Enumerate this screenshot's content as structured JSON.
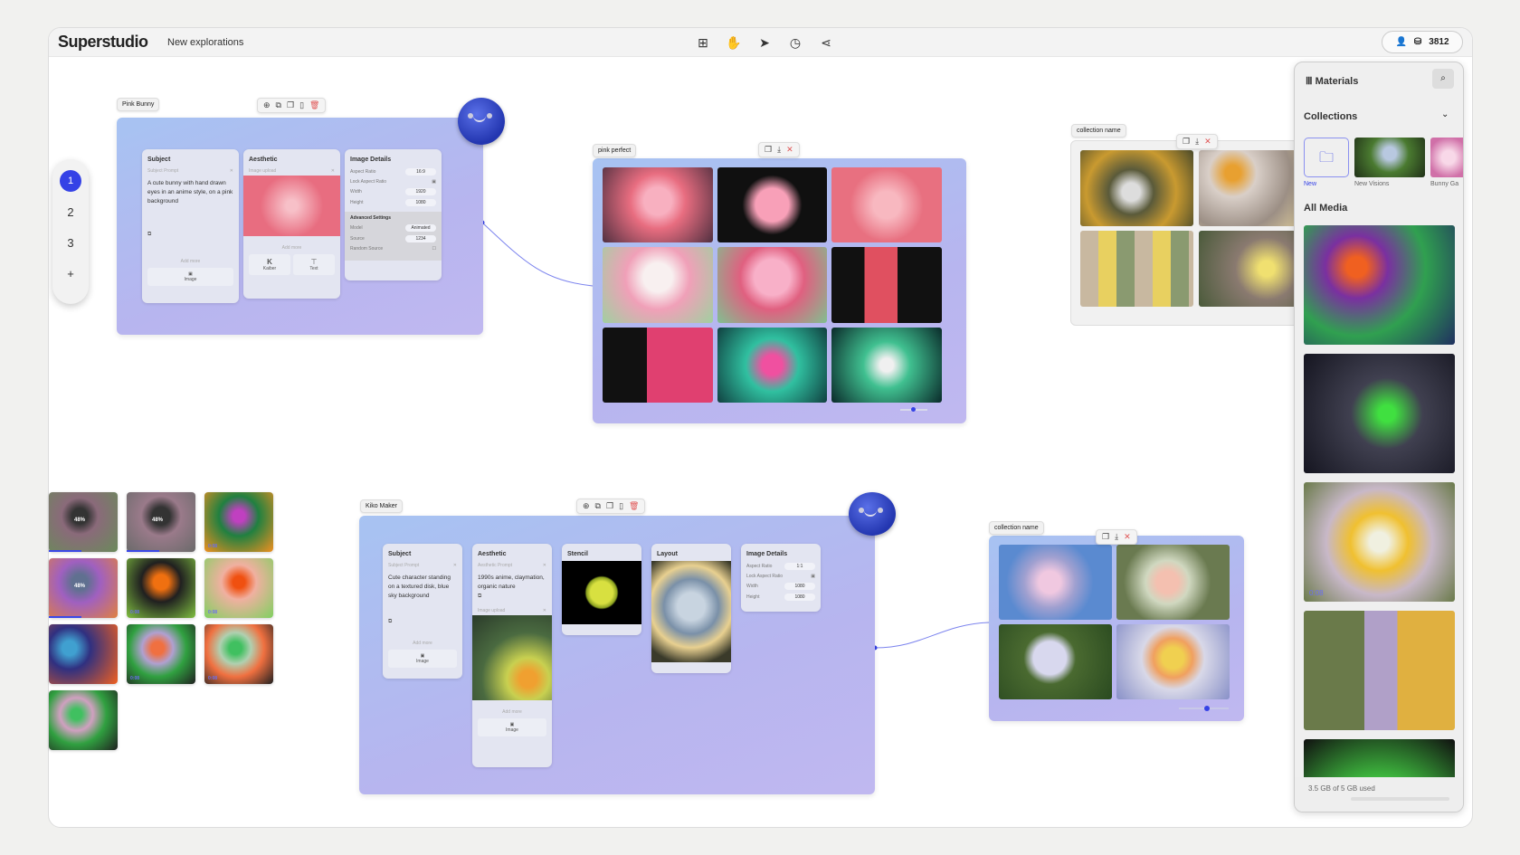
{
  "header": {
    "logo": "Superstudio",
    "project": "New explorations",
    "credits": "3812",
    "tools": [
      "add-frame-icon",
      "hand-icon",
      "pointer-icon",
      "history-icon",
      "share-icon"
    ]
  },
  "page_nav": {
    "items": [
      "1",
      "2",
      "3"
    ],
    "add": "+",
    "active": "1"
  },
  "pink_bunny": {
    "label": "Pink Bunny",
    "subject": {
      "title": "Subject",
      "prompt_label": "Subject Prompt",
      "prompt": "A cute bunny with hand drawn eyes in an anime style, on a pink background",
      "add_more": "Add more",
      "image_btn": "Image"
    },
    "aesthetic": {
      "title": "Aesthetic",
      "upload_label": "Image upload",
      "add_more": "Add more",
      "btn1": "Kaiber",
      "btn2": "Text"
    },
    "details": {
      "title": "Image Details",
      "aspect_label": "Aspect Ratio",
      "aspect": "16:9",
      "lock_label": "Lock Aspect Ratio",
      "width_label": "Width",
      "width": "1920",
      "height_label": "Height",
      "height": "1080",
      "advanced": "Advanced Settings",
      "model_label": "Model",
      "model": "Animated",
      "source_label": "Source",
      "source": "1234",
      "random_label": "Random Source"
    }
  },
  "pink_perfect": {
    "label": "pink perfect"
  },
  "collection_top": {
    "label": "collection name"
  },
  "collection_bottom": {
    "label": "collection name"
  },
  "kiko_maker": {
    "label": "Kiko Maker",
    "subject": {
      "title": "Subject",
      "prompt_label": "Subject Prompt",
      "prompt": "Cute character standing on a textured disk, blue sky background",
      "add_more": "Add more",
      "image_btn": "Image"
    },
    "aesthetic": {
      "title": "Aesthetic",
      "prompt_label": "Aesthetic Prompt",
      "prompt": "1990s anime, claymation, organic nature",
      "upload_label": "Image upload",
      "add_more": "Add more",
      "image_btn": "Image"
    },
    "stencil": {
      "title": "Stencil"
    },
    "layout": {
      "title": "Layout"
    },
    "details": {
      "title": "Image Details",
      "aspect_label": "Aspect Ratio",
      "aspect": "1:1",
      "lock_label": "Lock Aspect Ratio",
      "width_label": "Width",
      "width": "1080",
      "height_label": "Height",
      "height": "1080"
    }
  },
  "generations": [
    {
      "progress": "48%"
    },
    {
      "progress": "48%"
    },
    {
      "duration": "0:08"
    },
    {
      "progress": "48%"
    },
    {
      "duration": "0:08"
    },
    {
      "duration": "0:08"
    },
    {},
    {
      "duration": "0:08"
    },
    {
      "duration": "0:08"
    },
    {}
  ],
  "materials": {
    "title": "Materials",
    "collections_title": "Collections",
    "collections": [
      {
        "name": "New"
      },
      {
        "name": "New Visions"
      },
      {
        "name": "Bunny Ga"
      }
    ],
    "all_media_title": "All Media",
    "media": [
      {},
      {},
      {
        "duration": "0:08"
      },
      {},
      {}
    ],
    "storage": "3.5 GB of 5 GB used",
    "storage_fraction": 0.7
  },
  "colors": {
    "accent": "#3542e6",
    "board": "#b7b5ef",
    "delete": "#e05555"
  }
}
